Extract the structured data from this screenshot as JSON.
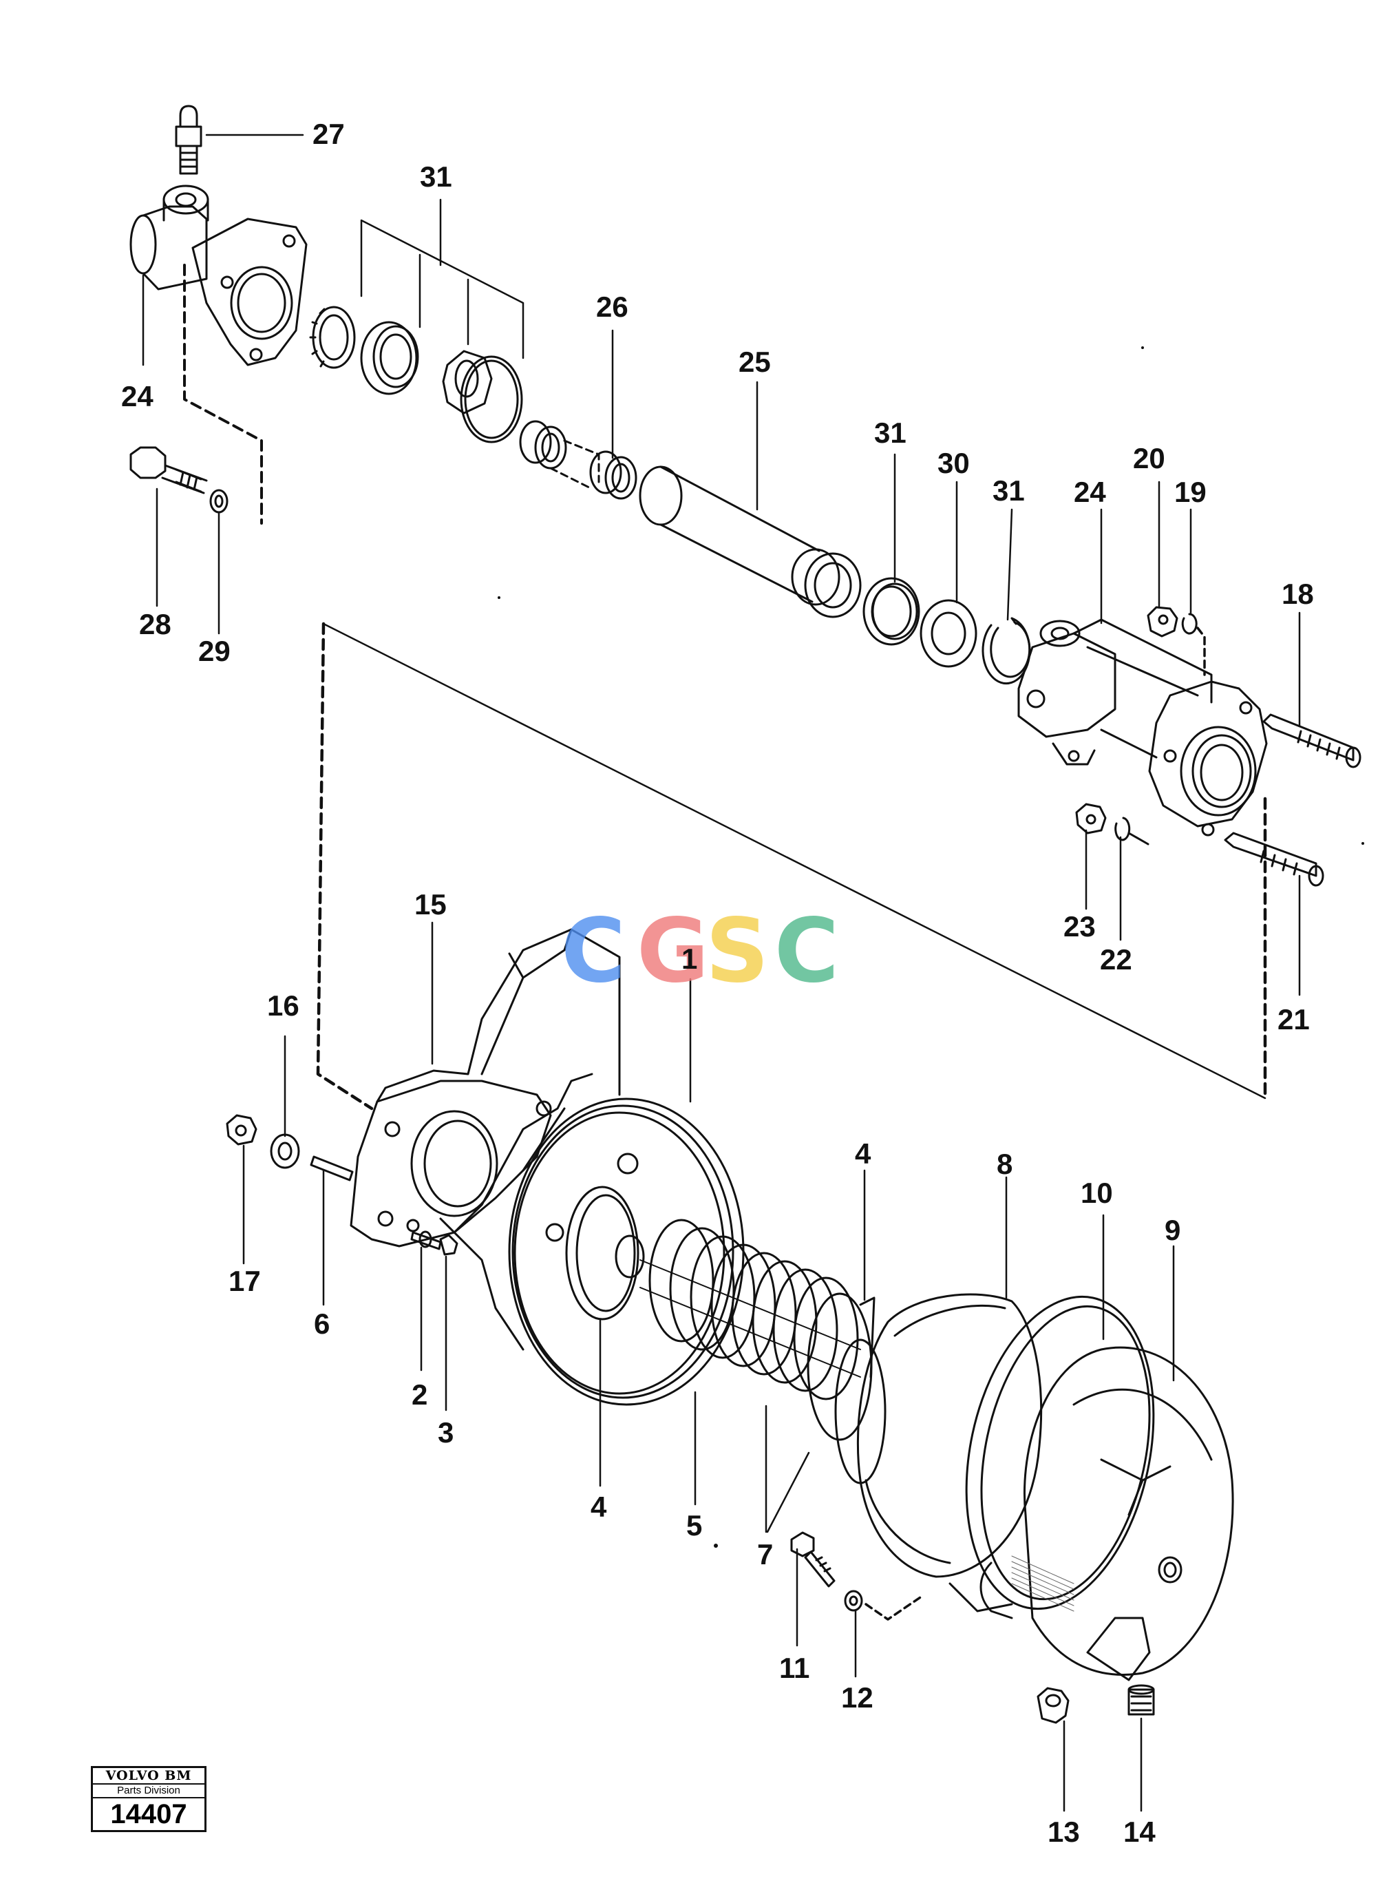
{
  "watermark": {
    "letters": [
      "C",
      "G",
      "S",
      "C"
    ],
    "colors": [
      "#4f8ff0",
      "#f07a7a",
      "#f5cf4a",
      "#4fb88c"
    ]
  },
  "badge": {
    "brand": "VOLVO BM",
    "division": "Parts Division",
    "number": "14407"
  },
  "callouts": [
    "27",
    "31",
    "24",
    "26",
    "25",
    "28",
    "29",
    "31",
    "30",
    "31",
    "24",
    "20",
    "19",
    "18",
    "23",
    "22",
    "21",
    "15",
    "1",
    "16",
    "17",
    "6",
    "2",
    "3",
    "4",
    "4",
    "5",
    "7",
    "8",
    "10",
    "9",
    "11",
    "12",
    "13",
    "14"
  ]
}
